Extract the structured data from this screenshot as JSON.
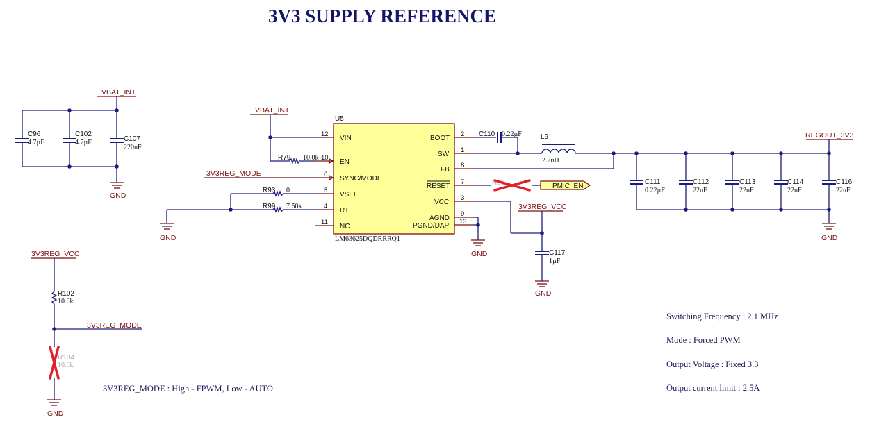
{
  "title": "3V3 SUPPLY REFERENCE",
  "nets": {
    "vbat_left": "VBAT_INT",
    "vbat_mid": "VBAT_INT",
    "regout": "REGOUT_3V3",
    "reg_vcc_top": "3V3REG_VCC",
    "reg_vcc_left": "3V3REG_VCC",
    "reg_mode_in": "3V3REG_MODE",
    "reg_mode_left": "3V3REG_MODE",
    "pmic_en": "PMIC_EN",
    "gnd": "GND"
  },
  "ic": {
    "ref": "U5",
    "part": "LM63625DQDRRRQ1",
    "left_pins": [
      {
        "num": "12",
        "name": "VIN"
      },
      {
        "num": "10",
        "name": "EN"
      },
      {
        "num": "6",
        "name": "SYNC/MODE"
      },
      {
        "num": "5",
        "name": "VSEL"
      },
      {
        "num": "4",
        "name": "RT"
      },
      {
        "num": "11",
        "name": "NC"
      }
    ],
    "right_pins": [
      {
        "num": "2",
        "name": "BOOT"
      },
      {
        "num": "1",
        "name": "SW"
      },
      {
        "num": "8",
        "name": "FB"
      },
      {
        "num": "7",
        "name": "RESET"
      },
      {
        "num": "3",
        "name": "VCC"
      },
      {
        "num": "9",
        "name": "AGND"
      },
      {
        "num": "13",
        "name": "PGND/DAP"
      }
    ]
  },
  "components": {
    "c96": {
      "ref": "C96",
      "value": "4.7µF"
    },
    "c102": {
      "ref": "C102",
      "value": "4.7µF"
    },
    "c107": {
      "ref": "C107",
      "value": "220nF"
    },
    "c110": {
      "ref": "C110",
      "value": "0.22µF"
    },
    "l9": {
      "ref": "L9",
      "value": "2.2uH"
    },
    "c111": {
      "ref": "C111",
      "value": "0.22µF"
    },
    "c112": {
      "ref": "C112",
      "value": "22uF"
    },
    "c113": {
      "ref": "C113",
      "value": "22uF"
    },
    "c114": {
      "ref": "C114",
      "value": "22uF"
    },
    "c116": {
      "ref": "C116",
      "value": "22uF"
    },
    "c117": {
      "ref": "C117",
      "value": "1µF"
    },
    "r79": {
      "ref": "R79",
      "value": "10.0k"
    },
    "r93": {
      "ref": "R93",
      "value": "0"
    },
    "r99": {
      "ref": "R99",
      "value": "7.50k"
    },
    "r89": {
      "ref": "R89",
      "value": "0"
    },
    "r102": {
      "ref": "R102",
      "value": "10.0k"
    },
    "r104": {
      "ref": "R104",
      "value": "10.0k"
    }
  },
  "notes": {
    "mode_note": "3V3REG_MODE : High - FPWM, Low - AUTO",
    "specs": [
      "Switching Frequency : 2.1 MHz",
      "Mode : Forced PWM",
      "Output Voltage : Fixed 3.3",
      "Output current limit : 2.5A"
    ]
  }
}
